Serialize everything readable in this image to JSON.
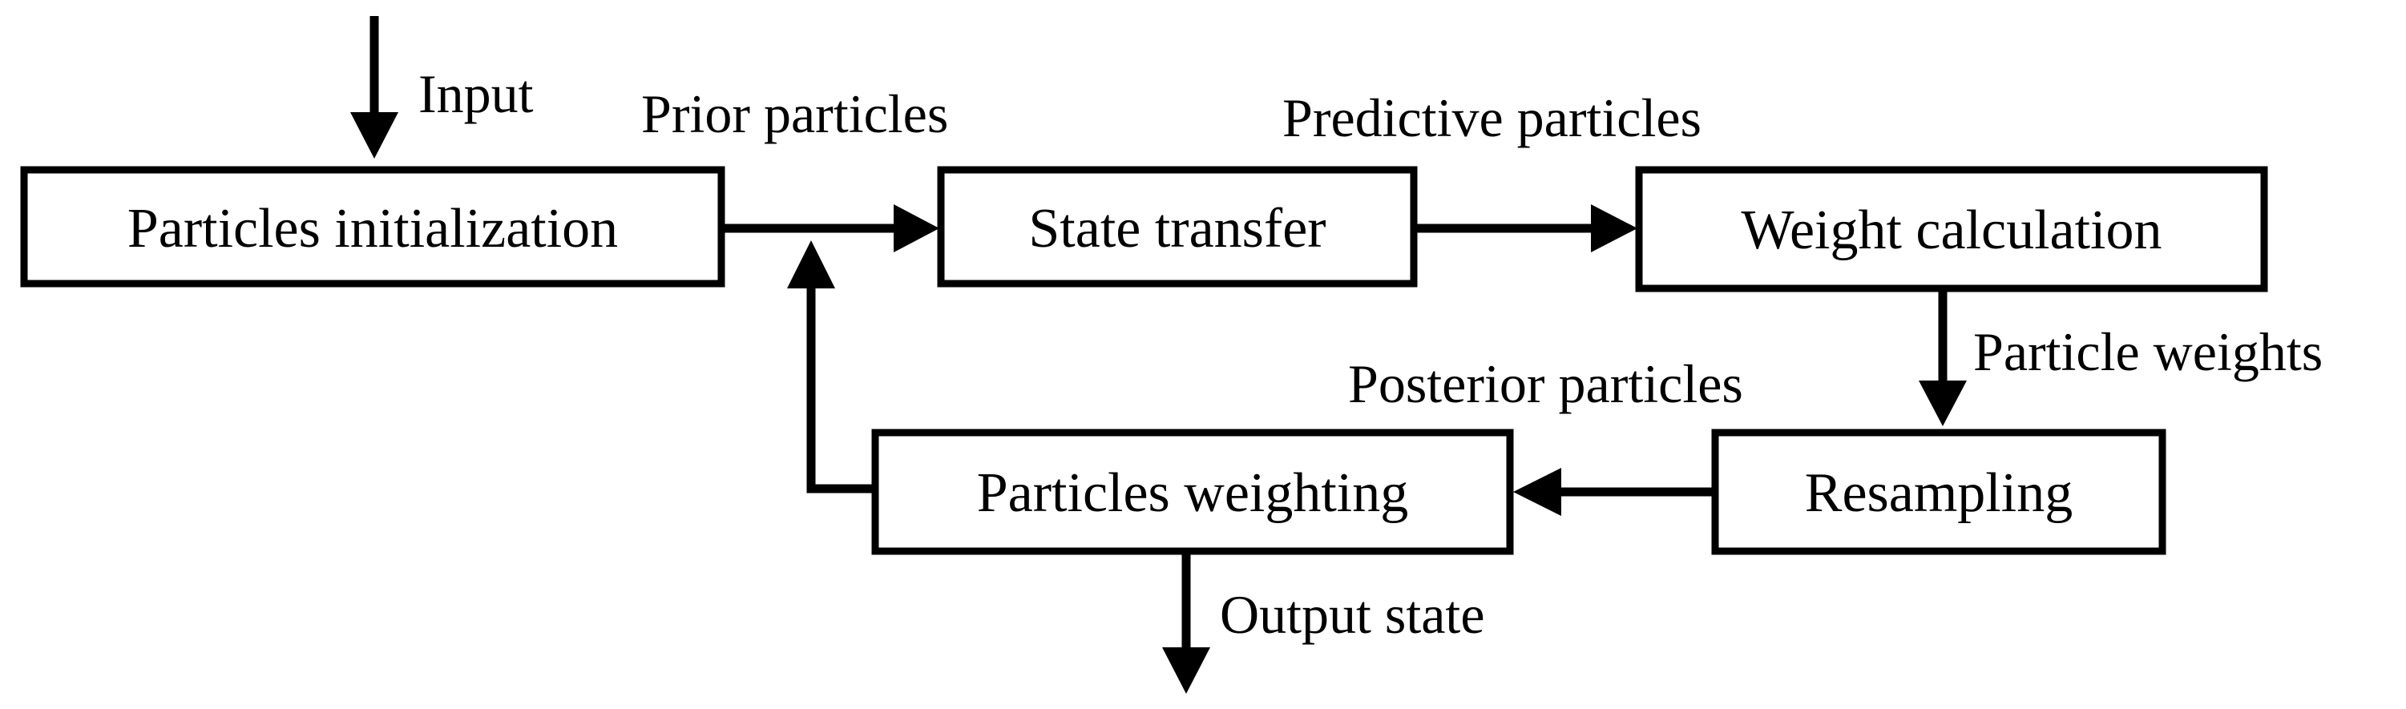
{
  "nodes": {
    "particles_initialization": "Particles initialization",
    "state_transfer": "State transfer",
    "weight_calculation": "Weight calculation",
    "resampling": "Resampling",
    "particles_weighting": "Particles weighting"
  },
  "edge_labels": {
    "input": "Input",
    "prior_particles": "Prior particles",
    "predictive_particles": "Predictive particles",
    "particle_weights": "Particle weights",
    "posterior_particles": "Posterior particles",
    "output_state": "Output state"
  },
  "colors": {
    "stroke": "#000000",
    "background": "#ffffff"
  }
}
